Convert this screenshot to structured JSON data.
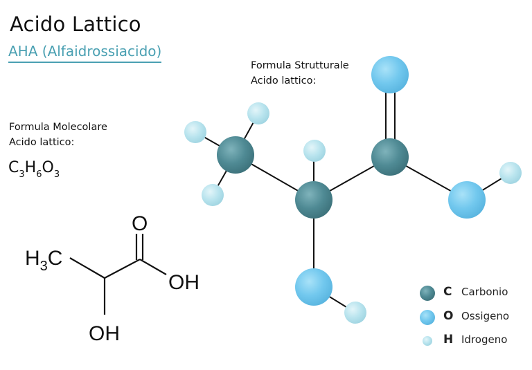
{
  "title": "Acido Lattico",
  "subtitle": "AHA (Alfaidrossiacido)",
  "molecular": {
    "line1": "Formula Molecolare",
    "line2": "Acido lattico:",
    "formula_parts": {
      "c": "C",
      "c_n": "3",
      "h": "H",
      "h_n": "6",
      "o": "O",
      "o_n": "3"
    }
  },
  "structural": {
    "line1": "Formula Strutturale",
    "line2": "Acido lattico:"
  },
  "skeletal": {
    "h3c_h": "H",
    "h3c_n": "3",
    "h3c_c": "C",
    "o_top": "O",
    "oh_right": "OH",
    "oh_bottom": "OH"
  },
  "legend": [
    {
      "letter": "C",
      "name": "Carbonio",
      "color": "#4f8a94"
    },
    {
      "letter": "O",
      "name": "Ossigeno",
      "color": "#72c8ee"
    },
    {
      "letter": "H",
      "name": "Idrogeno",
      "color": "#b9e4ee"
    }
  ],
  "colors": {
    "carbon": "#4f8a94",
    "oxygen": "#72c8ee",
    "hydrogen": "#b9e4ee",
    "accent": "#4aa0b2"
  }
}
